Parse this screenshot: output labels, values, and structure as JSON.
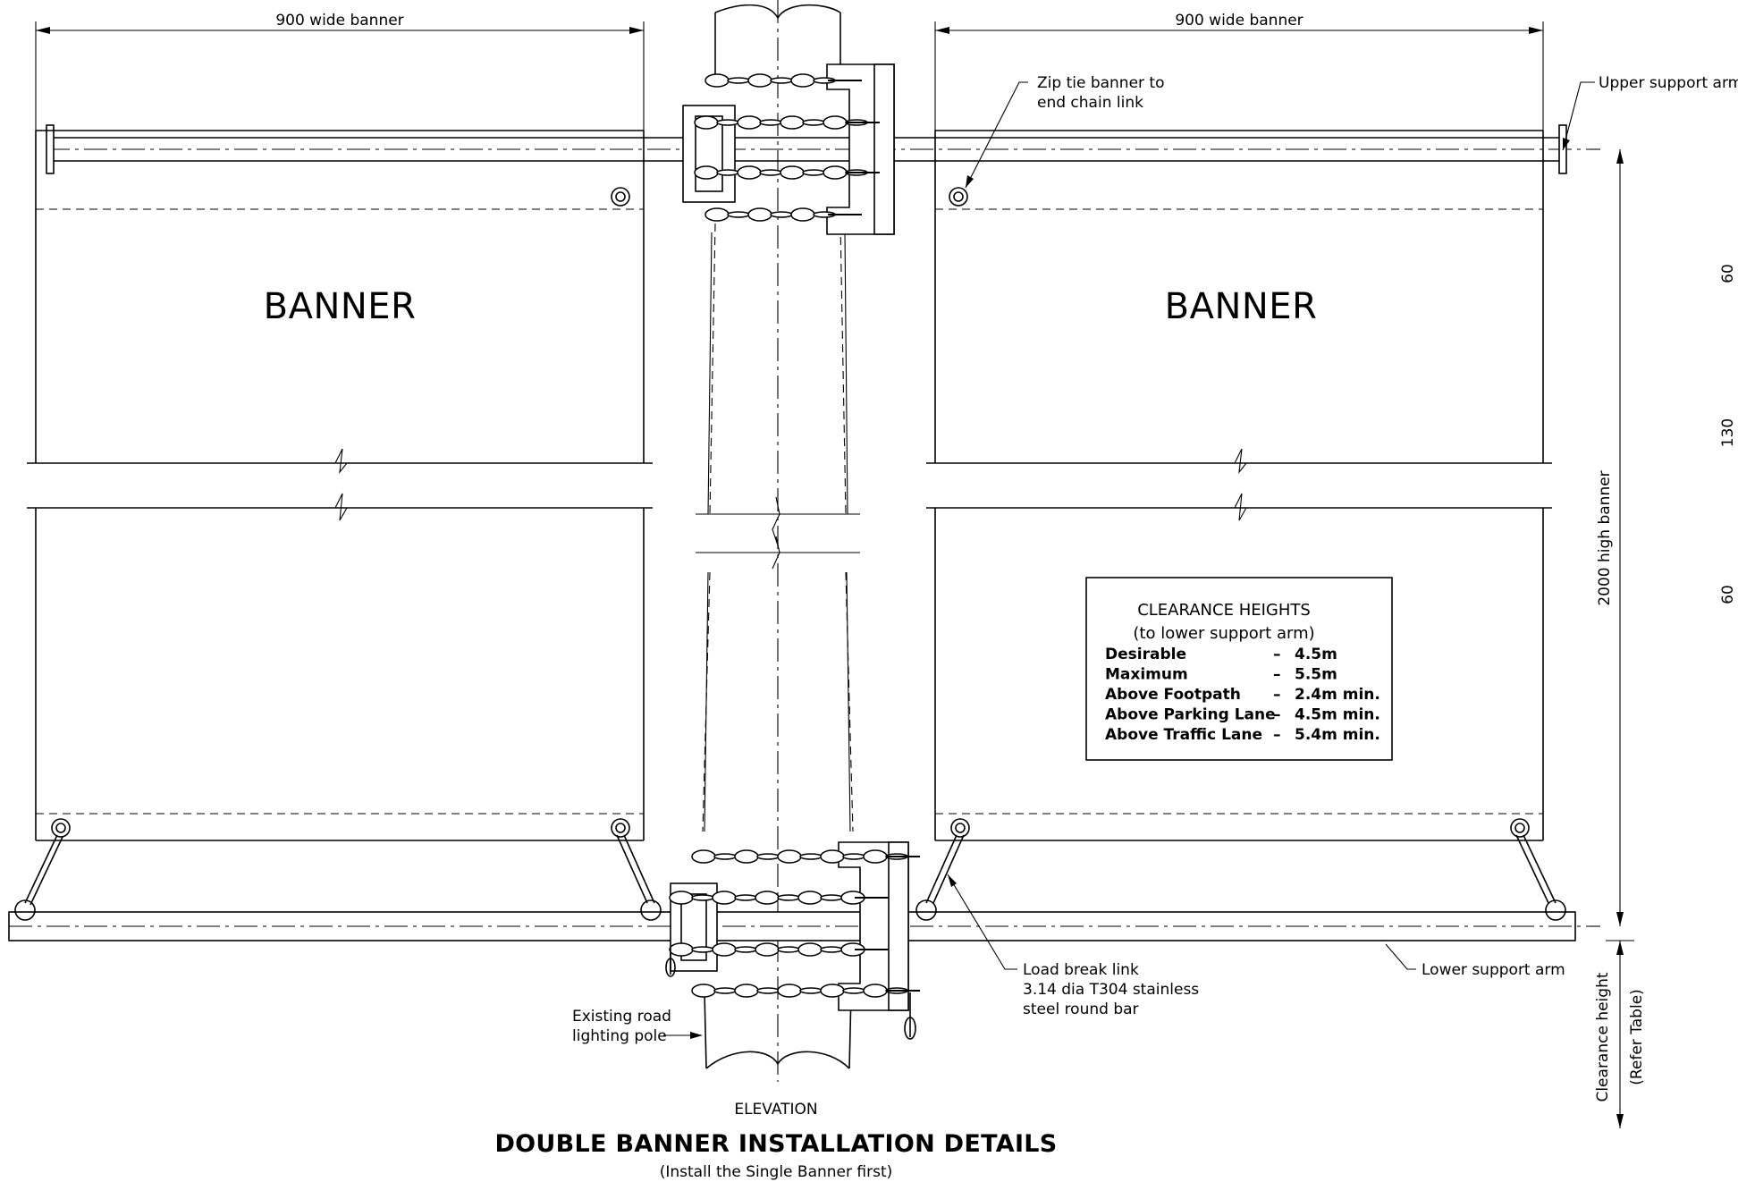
{
  "dimensions": {
    "left_width": "900 wide banner",
    "right_width": "900 wide banner",
    "banner_height": "2000 high banner",
    "clearance_height": "Clearance height",
    "clearance_ref": "(Refer Table)",
    "edge_60_top": "60",
    "edge_130": "130",
    "edge_60_bottom": "60"
  },
  "banners": {
    "left_label": "BANNER",
    "right_label": "BANNER"
  },
  "callouts": {
    "zip_tie_line1": "Zip tie banner to",
    "zip_tie_line2": "end chain link",
    "upper_arm": "Upper support arm",
    "lower_arm": "Lower support arm",
    "load_break_line1": "Load break link",
    "load_break_line2": "3.14 dia T304 stainless",
    "load_break_line3": "steel round bar",
    "pole_line1": "Existing road",
    "pole_line2": "lighting pole"
  },
  "clearance_table": {
    "title": "CLEARANCE HEIGHTS",
    "subtitle": "(to lower support arm)",
    "rows": [
      {
        "label": "Desirable",
        "dash": "–",
        "value": "4.5m"
      },
      {
        "label": "Maximum",
        "dash": "–",
        "value": "5.5m"
      },
      {
        "label": "Above Footpath",
        "dash": "–",
        "value": "2.4m min."
      },
      {
        "label": "Above Parking Lane",
        "dash": "–",
        "value": "4.5m min."
      },
      {
        "label": "Above Traffic Lane",
        "dash": "–",
        "value": "5.4m min."
      }
    ]
  },
  "titles": {
    "view": "ELEVATION",
    "main": "DOUBLE BANNER INSTALLATION DETAILS",
    "sub": "(Install the Single Banner first)"
  }
}
